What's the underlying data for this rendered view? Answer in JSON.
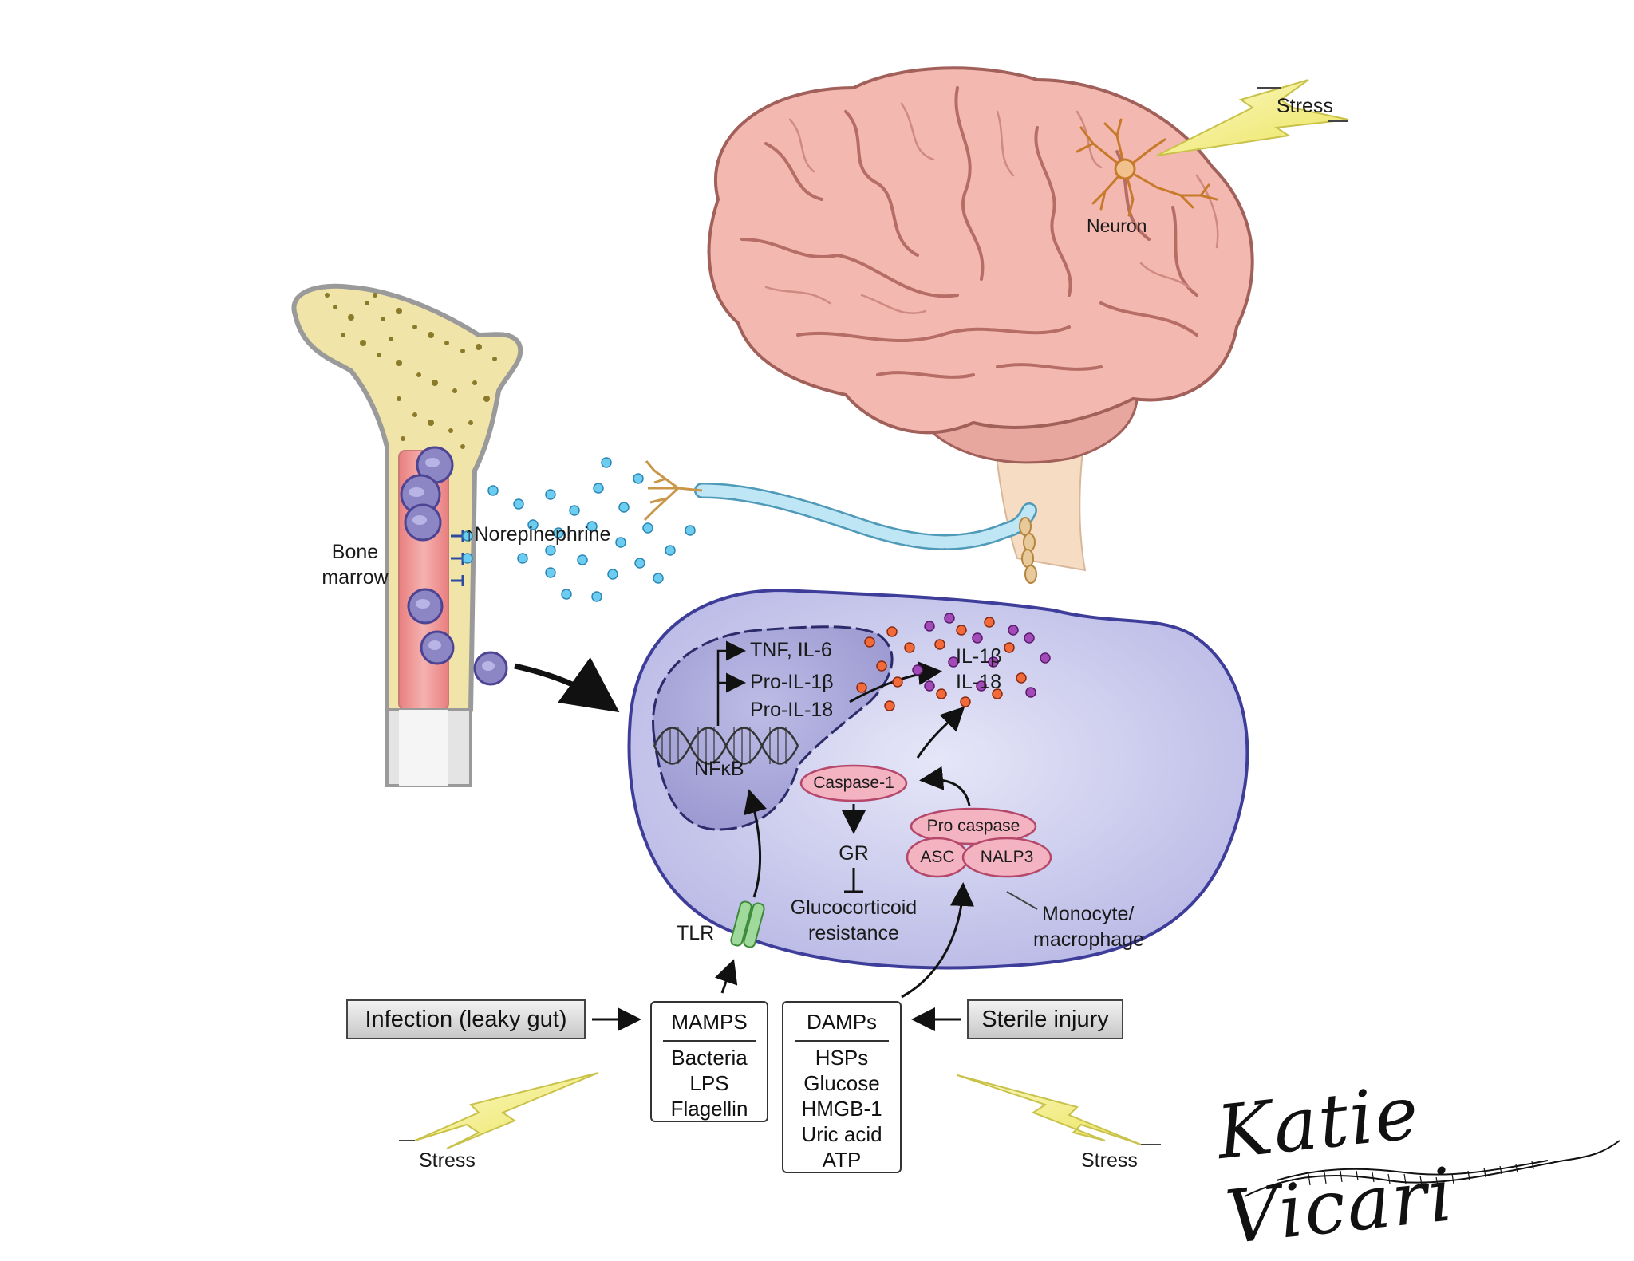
{
  "labels": {
    "stress_top": "Stress",
    "neuron": "Neuron",
    "bone_marrow_1": "Bone",
    "bone_marrow_2": "marrow",
    "norepinephrine": "↑Norepinephrine",
    "tnf": "TNF, IL-6",
    "pro_il1b": "Pro-IL-1β",
    "pro_il18": "Pro-IL-18",
    "il1b": "IL-1β",
    "il18": "IL-18",
    "nfkb": "NFκB",
    "caspase1": "Caspase-1",
    "pro_caspase": "Pro caspase",
    "asc": "ASC",
    "nalp3": "NALP3",
    "gr": "GR",
    "gc_resistance_1": "Glucocorticoid",
    "gc_resistance_2": "resistance",
    "monocyte_1": "Monocyte/",
    "monocyte_2": "macrophage",
    "tlr": "TLR",
    "stress_left": "Stress",
    "stress_right": "Stress"
  },
  "boxes": {
    "infection": "Infection (leaky gut)",
    "sterile": "Sterile injury",
    "mamps": {
      "title": "MAMPS",
      "items": [
        "Bacteria",
        "LPS",
        "Flagellin"
      ]
    },
    "damps": {
      "title": "DAMPs",
      "items": [
        "HSPs",
        "Glucose",
        "HMGB-1",
        "Uric acid",
        "ATP"
      ]
    }
  },
  "signature": "Katie Vicari",
  "colors": {
    "brain": "#f3b8b0",
    "bone": "#f1e4a9",
    "marrow": "#ef9a98",
    "cell_body": "#c9c9ec",
    "nucleus": "#a8a6d6",
    "inflammasome": "#f3b3c1",
    "norepinephrine_dot": "#6ccdf0",
    "tlr": "#9fd99c",
    "lightning": "#f5f29a"
  }
}
